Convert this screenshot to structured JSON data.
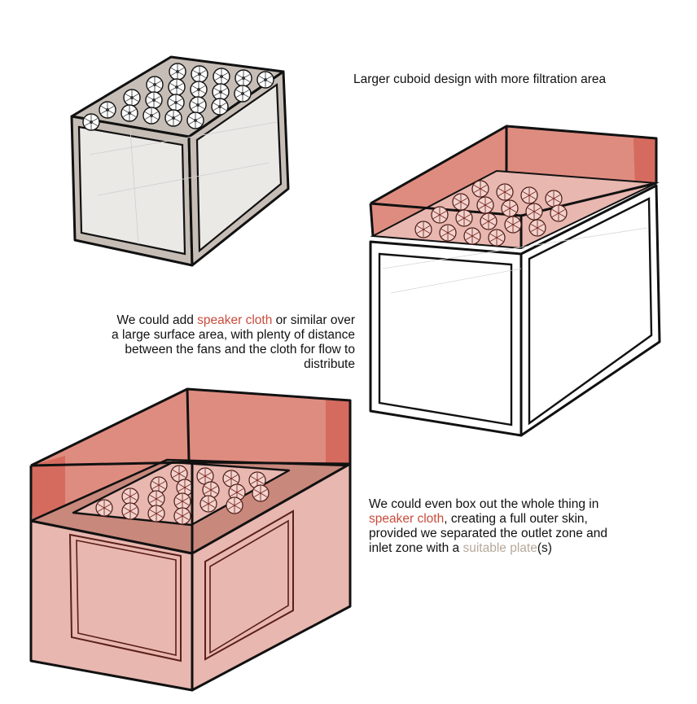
{
  "caption_top": "Larger cuboid design with more filtration area",
  "caption_middle": {
    "line1_pre": "We could add ",
    "line1_highlight": "speaker cloth",
    "line1_post": " or similar over",
    "line2": "a large surface area, with plenty of distance",
    "line3": "between the fans and the cloth for flow to",
    "line4": "distribute"
  },
  "caption_bottom": {
    "line1": "We could even box out the whole thing in",
    "line2_highlight": "speaker cloth",
    "line2_post": ", creating a full outer skin,",
    "line3": "provided we separated the outlet zone and",
    "line4_pre": "inlet zone with a ",
    "line4_highlight": "suitable plate",
    "line4_post": "(s)"
  },
  "colors": {
    "cloth_light": "#e8b7b0",
    "cloth_mid": "#df8c80",
    "cloth_dark": "#d56b5e",
    "frame_grey": "#c6beb6",
    "panel_grey": "#ebe9e6",
    "highlight_red": "#c84c3c",
    "highlight_tan": "#b6a89a"
  }
}
